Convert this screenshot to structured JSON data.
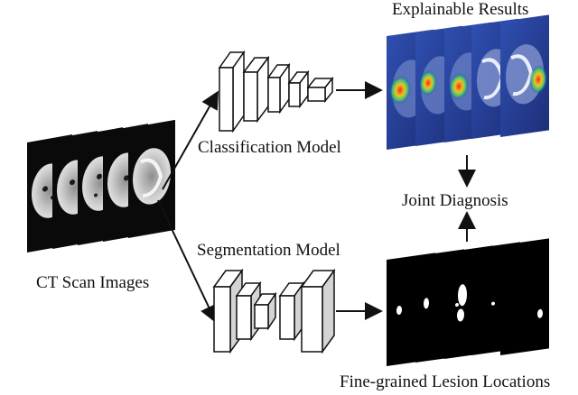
{
  "labels": {
    "explainable_results": "Explainable Results",
    "ct_scan_images": "CT Scan Images",
    "classification_model": "Classification Model",
    "segmentation_model": "Segmentation Model",
    "joint_diagnosis": "Joint Diagnosis",
    "fine_grained": "Fine-grained Lesion Locations"
  },
  "colors": {
    "scan_background": "#0a0a0a",
    "lung_tissue": "#b9b9b9",
    "heatmap_base": "#27408f",
    "heatmap_hot": "#e8321e",
    "block_fill": "#ffffff",
    "block_shade": "#d4d4d4",
    "arrow": "#111111"
  },
  "stacks": {
    "ct_slice_count": 5,
    "explainable_slice_count": 5,
    "lesion_slice_count": 5
  }
}
